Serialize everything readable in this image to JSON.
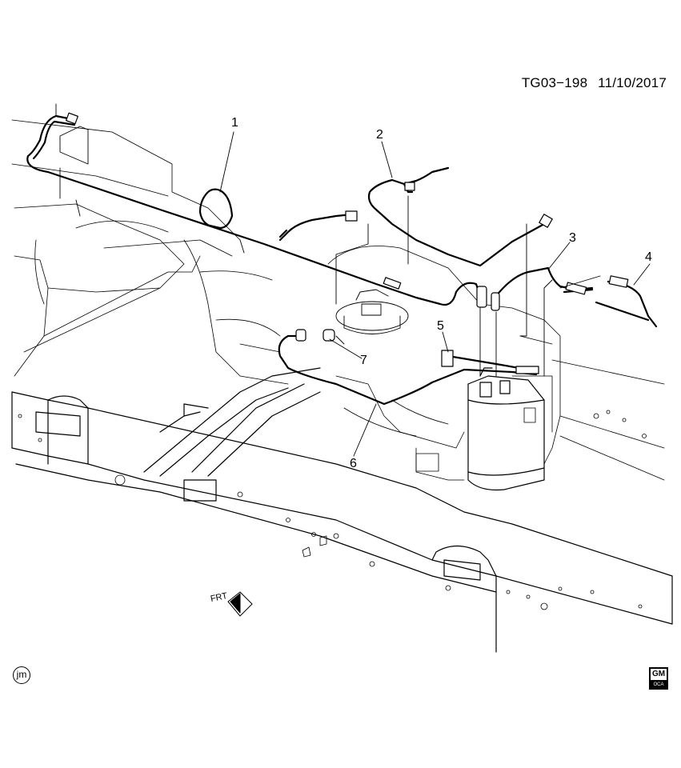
{
  "document": {
    "id": "TG03−198",
    "date": "11/10/2017"
  },
  "callouts": [
    "1",
    "2",
    "3",
    "4",
    "5",
    "6",
    "7"
  ],
  "orientation_label": "FRT",
  "corner_mark": "jm",
  "logo": {
    "top": "GM",
    "bottom": "OCA"
  },
  "colors": {
    "line": "#000000",
    "background": "#ffffff"
  }
}
